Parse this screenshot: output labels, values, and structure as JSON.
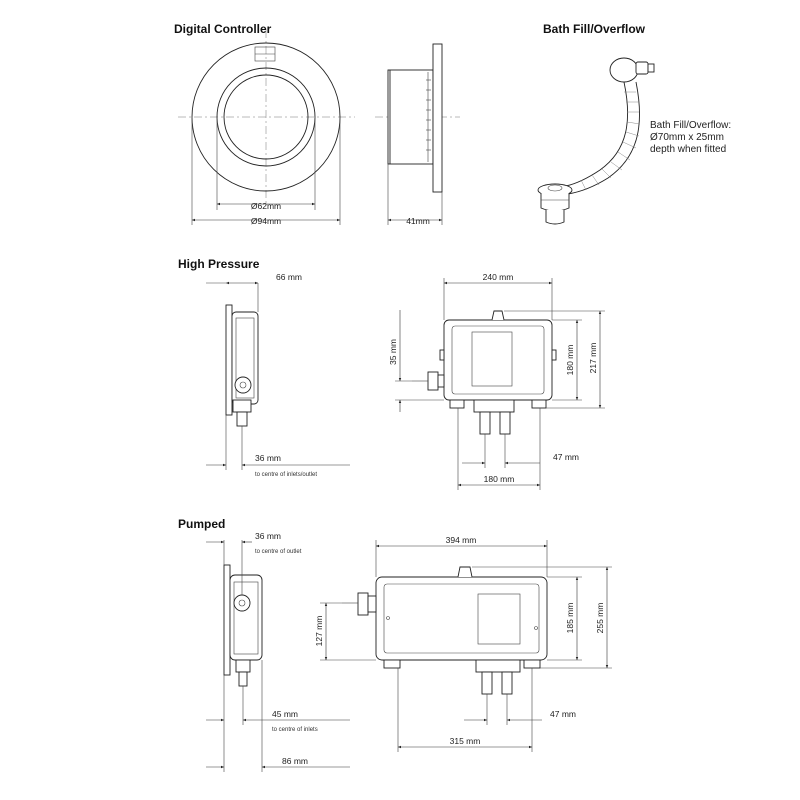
{
  "sections": {
    "digital_controller": {
      "title": "Digital Controller",
      "inner_diameter": "Ø62mm",
      "outer_diameter": "Ø94mm",
      "depth": "41mm"
    },
    "bath_fill": {
      "title": "Bath Fill/Overflow",
      "callout_lines": [
        "Bath Fill/Overflow:",
        "Ø70mm x 25mm",
        "depth when fitted"
      ]
    },
    "high_pressure": {
      "title": "High Pressure",
      "side_depth": "66 mm",
      "inlet_offset": "36 mm",
      "inlet_note": "to centre of inlets/outlet",
      "width": "240 mm",
      "inlet_height": "35 mm",
      "body_height": "180 mm",
      "total_height": "217 mm",
      "outlet_offset": "47 mm",
      "inlet_spacing": "180 mm"
    },
    "pumped": {
      "title": "Pumped",
      "outlet_offset": "36 mm",
      "outlet_note": "to centre of outlet",
      "inlet_offset": "45 mm",
      "inlet_note": "to centre of inlets",
      "side_depth": "86 mm",
      "width": "394 mm",
      "inlet_height": "127 mm",
      "body_height": "185 mm",
      "total_height": "255 mm",
      "outlet_right": "47 mm",
      "inlet_spacing": "315 mm"
    }
  }
}
